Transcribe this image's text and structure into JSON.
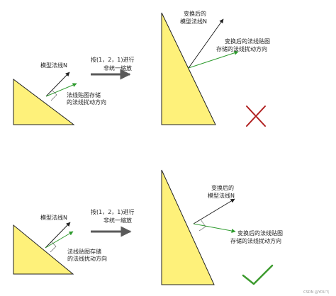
{
  "top": {
    "left": {
      "normal_label": "模型法线N",
      "perturb_label": [
        "法线贴图存储",
        "的法线扰动方向"
      ]
    },
    "op_label": [
      "按(1，2，1)进行",
      "非统一缩放"
    ],
    "right": {
      "normal_label": [
        "变换后的",
        "模型法线N"
      ],
      "perturb_label": [
        "变换后的法线贴图",
        "存储的法线扰动方向"
      ]
    },
    "verdict": "wrong"
  },
  "bottom": {
    "left": {
      "normal_label": "模型法线N",
      "perturb_label": [
        "法线贴图存储",
        "的法线扰动方向"
      ]
    },
    "op_label": [
      "按(1，2，1)进行",
      "非统一缩放"
    ],
    "right": {
      "normal_label": [
        "变换后的",
        "模型法线N"
      ],
      "perturb_label": [
        "变换后的法线贴图",
        "存储的法线扰动方向"
      ]
    },
    "verdict": "correct"
  },
  "watermark": "CSDN @YOU飞",
  "colors": {
    "triangle_fill": "#fef17a",
    "triangle_stroke": "#222222",
    "normal_arrow": "#222222",
    "perturb_arrow": "#2e9b2e",
    "op_arrow": "#5a5a5a",
    "cross": "#b01f1f",
    "check": "#3d9b2f"
  }
}
